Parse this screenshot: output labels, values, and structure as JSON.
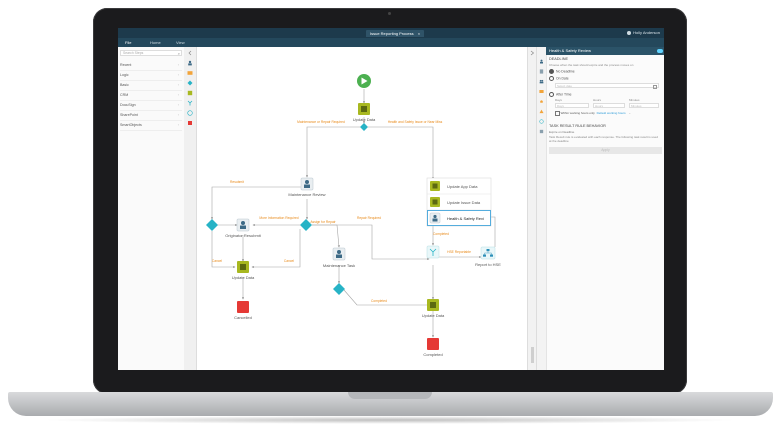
{
  "app": {
    "tab_title": "Issue Reporting Process",
    "tab_close": "×",
    "user_name": "Holly Anderson"
  },
  "menu": {
    "file": "File",
    "home": "Home",
    "view": "View"
  },
  "sidebar": {
    "search_placeholder": "Search Steps",
    "items": [
      {
        "label": "Recent"
      },
      {
        "label": "Logic"
      },
      {
        "label": "Basic"
      },
      {
        "label": "CRM"
      },
      {
        "label": "DocuSign"
      },
      {
        "label": "SharePoint"
      },
      {
        "label": "SmartObjects"
      }
    ]
  },
  "workflow": {
    "nodes": {
      "start_update": "Update Data",
      "maintenance_review": "Maintenance Review",
      "originator_resubmit": "Originator Resubmit",
      "update_data_left": "Update Data",
      "cancelled": "Cancelled",
      "maintenance_task": "Maintenance Task",
      "update_app_data": "Update App Data",
      "update_issue_data": "Update Issue Data",
      "health_safety_review": "Health & Safety Revi",
      "report_hse": "Report to HSE",
      "update_data_bottom": "Update Data",
      "completed": "Completed"
    },
    "edges": {
      "maint_required": "Maintenance or Repair Required",
      "hs_issue": "Health and Safety Issue or Near Miss",
      "resubmit": "Resubmit",
      "more_info": "More Information Required",
      "assign_repair": "Assign for Repair",
      "repair_required": "Repair Required",
      "cancel_a": "Cancel",
      "cancel_b": "Cancel",
      "completed_a": "Completed",
      "completed_b": "Completed",
      "hse_reportable": "HSE Reportable"
    }
  },
  "panel": {
    "title": "Health & Safety Review",
    "section_deadline": "DEADLINE",
    "deadline_desc": "Choose when the task should expire and the process moves on",
    "opt_no_deadline": "No Deadline",
    "opt_on_date": "On Date",
    "date_placeholder": "Select date",
    "opt_after_time": "After Time",
    "col_days": "Days",
    "col_hours": "Hours",
    "col_minutes": "Minutes",
    "ph_days": "Days",
    "ph_hours": "Hours",
    "ph_minutes": "Minutes",
    "working_hours": "Within working hours only",
    "working_hours_link": "Default working hours",
    "section_rules": "TASK RESULT RULE BEHAVIOR",
    "rules_expire": "Expire on Deadline",
    "rules_desc": "Task Result rule is evaluated with each response. The following task result is used at the deadline",
    "apply": "Apply"
  },
  "colors": {
    "accent": "#1d3a4c",
    "diamond": "#27b3c6",
    "start": "#4cb050",
    "end": "#e53935",
    "task": "#a8b820",
    "edge_label": "#e88a1a"
  }
}
